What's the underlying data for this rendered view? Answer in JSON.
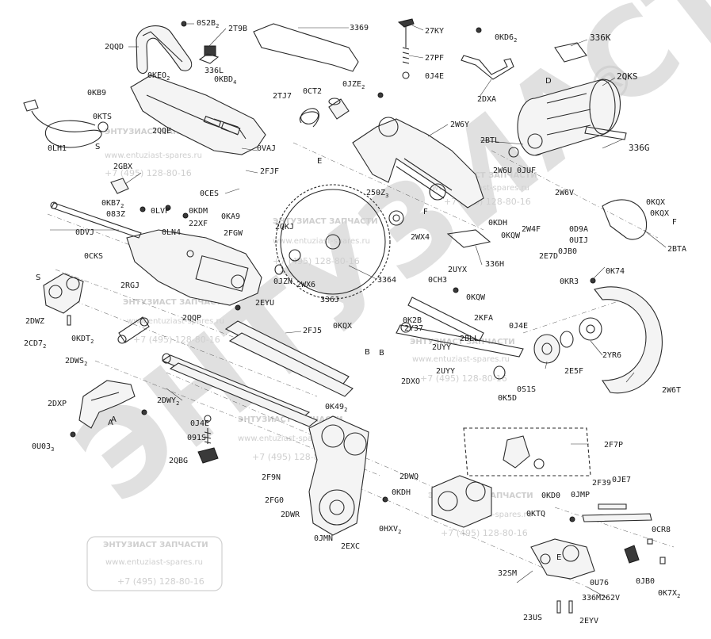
{
  "labels": {
    "qs2b": "0S2B",
    "qs2b_sub": "2",
    "t9b": "2T9B",
    "l3369": "3369",
    "ky27": "27KY",
    "okd6": "0KD6",
    "okd6_sub": "2",
    "k336": "336K",
    "qqd": "2QQD",
    "pf27": "27PF",
    "qks": "2QKS",
    "keo": "0KEO",
    "keo_sub": "2",
    "l336l": "336L",
    "kbd": "0KBD",
    "kbd_sub": "4",
    "ojze": "0JZE",
    "ojze_sub": "2",
    "oj4e_top": "0J4E",
    "okb9": "0KB9",
    "tj7": "2TJ7",
    "oct2": "0CT2",
    "dxa": "2DXA",
    "okts": "0KTS",
    "qqe": "2QQE",
    "w6y": "2W6Y",
    "olh1": "0LH1",
    "btl": "2BTL",
    "g336": "336G",
    "vaj": "0VAJ",
    "gbx": "2GBX",
    "e_top": "E",
    "fjf": "2FJF",
    "w6u": "2W6U",
    "jbf": "0JUF",
    "oces": "0CES",
    "z250": "250Z",
    "z250_sub": "3",
    "w6v": "2W6V",
    "okb7": "0KB7",
    "okb7_sub": "2",
    "olvp": "0LVP",
    "okdm": "0KDM",
    "f_mid": "F",
    "okqx1": "0KQX",
    "o83z": "083Z",
    "xf22": "22XF",
    "oka9": "0KA9",
    "okqx2": "0KQX",
    "dvj": "0DVJ",
    "oln4": "0LN4",
    "fgw": "2FGW",
    "qkj": "2QKJ",
    "okdh": "0KDH",
    "w4f": "2W4F",
    "od9a": "0D9A",
    "f_right": "F",
    "wx4": "2WX4",
    "okqw1": "0KQW",
    "ouij": "0UIJ",
    "e7d": "2E7D",
    "ojb0": "0JB0",
    "bta": "2BTA",
    "ocks": "0CKS",
    "h336": "336H",
    "ok74": "0K74",
    "s_left": "S",
    "jzn": "0JZN",
    "wx6": "2WX6",
    "l3364": "3364",
    "och3": "0CH3",
    "uyx": "2UYX",
    "okr3": "0KR3",
    "rgj": "2RGJ",
    "j336": "336J",
    "eyu": "2EYU",
    "okqw2": "0KQW",
    "dwz": "2DWZ",
    "qqp": "2QQP",
    "fj5": "2FJ5",
    "okqx3": "0KQX",
    "k2b": "0K2B",
    "y37": "2Y37",
    "kfa": "2KFA",
    "oj4e_mid": "0J4E",
    "cd7": "2CD7",
    "cd7_sub": "2",
    "okdt": "0KDT",
    "okdt_sub": "2",
    "bll": "2BLL",
    "yr6": "2YR6",
    "b_mid": "B",
    "uyy": "2UYY",
    "dws": "2DWS",
    "dws_sub": "2",
    "uyy2": "2UYY",
    "e5f": "2E5F",
    "dxo": "2DXO",
    "o1s": "0S1S",
    "ok5d": "0K5D",
    "w6t": "2W6T",
    "dxp": "2DXP",
    "dwy": "2DWY",
    "dwy_sub": "2",
    "ok49": "0K49",
    "ok49_sub": "2",
    "a_left": "A",
    "oj4e_low": "0J4E",
    "o91s": "091S",
    "ou03": "0U03",
    "ou03_sub": "3",
    "qbg": "2QBG",
    "f7p": "2F7P",
    "f9n": "2F9N",
    "fg0": "2FG0",
    "dwq": "2DWQ",
    "okdh2": "0KDH",
    "ojmp": "0JMP",
    "f39": "2F39",
    "oje7": "0JE7",
    "ktq": "0KTQ",
    "okd0": "0KD0",
    "dwr": "2DWR",
    "ohxv": "0HXV",
    "ohxv_sub": "2",
    "ocr8": "0CR8",
    "ojmn": "0JMN",
    "exc": "2EXC",
    "sm32": "32SM",
    "ou76": "0U76",
    "ojb0_low": "0JB0",
    "m336": "336M",
    "v262": "262V",
    "ok7x": "0K7X",
    "ok7x_sub": "2",
    "us23": "23US",
    "eyv": "2EYV",
    "d_top": "D",
    "s_plug": "S",
    "b_left": "B",
    "a_low": "A",
    "e_low": "E"
  },
  "watermark": {
    "big_text": "ЭНТУЗИАСТ",
    "company": "ЭНТУЗИАСТ ЗАПЧАСТИ",
    "site": "www.entuziast-spares.ru",
    "phone": "+7 (495) 128-80-16",
    "registered": "®"
  },
  "colors": {
    "line": "#2a2a2a",
    "watermark": "#c8c8c8",
    "background": "#ffffff"
  }
}
